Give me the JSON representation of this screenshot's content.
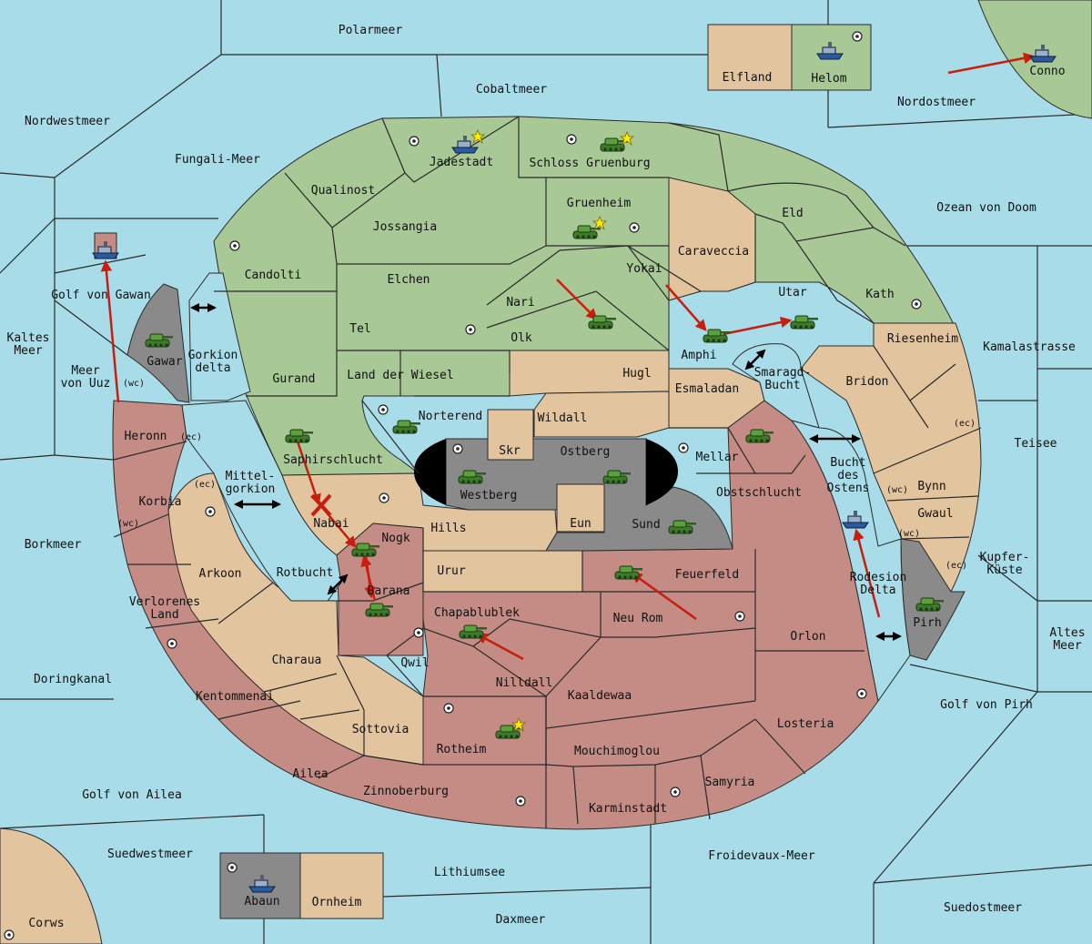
{
  "colors": {
    "sea": "#a8dce8",
    "green": "#a8c896",
    "tan": "#e2c49e",
    "red": "#c48c84",
    "gray": "#8a8a8a",
    "black": "#000000",
    "order_arrow": "#c81e10",
    "star": "#ffee00"
  },
  "sea_labels": {
    "polarmeer": "Polarmeer",
    "cobaltmeer": "Cobaltmeer",
    "nordostmeer": "Nordostmeer",
    "nordwestmeer": "Nordwestmeer",
    "fungali_meer": "Fungali-Meer",
    "ozean_von_doom": "Ozean von Doom",
    "golf_von_gawan": "Golf von Gawan",
    "kaltes_meer_1": "Kaltes",
    "kaltes_meer_2": "Meer",
    "meer_von_uuz_1": "Meer",
    "meer_von_uuz_2": "von Uuz",
    "gorkion_delta_1": "Gorkion",
    "gorkion_delta_2": "delta",
    "kamalastrasse": "Kamalastrasse",
    "smaragd_bucht_1": "Smaragd-",
    "smaragd_bucht_2": "Bucht",
    "teisee": "Teisee",
    "mittelgorkion_1": "Mittel-",
    "mittelgorkion_2": "gorkion",
    "bucht_des_ostens_1": "Bucht",
    "bucht_des_ostens_2": "des",
    "bucht_des_ostens_3": "Ostens",
    "borkmeer": "Borkmeer",
    "kupfer_kueste_1": "Kupfer-",
    "kupfer_kueste_2": "Küste",
    "rotbucht": "Rotbucht",
    "rodesion_delta_1": "Rodesion",
    "rodesion_delta_2": "Delta",
    "altes_meer_1": "Altes",
    "altes_meer_2": "Meer",
    "doringkanal": "Doringkanal",
    "golf_von_pirh": "Golf von Pirh",
    "golf_von_ailea": "Golf von Ailea",
    "suedwestmeer": "Suedwestmeer",
    "froidevaux_meer": "Froidevaux-Meer",
    "lithiumsee": "Lithiumsee",
    "suedostmeer": "Suedostmeer",
    "daxmeer": "Daxmeer"
  },
  "land_labels": {
    "elfland": "Elfland",
    "helom": "Helom",
    "conno": "Conno",
    "jadestadt": "Jadestadt",
    "schloss_gruenburg": "Schloss Gruenburg",
    "qualinost": "Qualinost",
    "gruenheim": "Gruenheim",
    "eld": "Eld",
    "jossangia": "Jossangia",
    "caraveccia": "Caraveccia",
    "candolti": "Candolti",
    "elchen": "Elchen",
    "yokai": "Yokai",
    "utar": "Utar",
    "kath": "Kath",
    "nari": "Nari",
    "tel": "Tel",
    "olk": "Olk",
    "riesenheim": "Riesenheim",
    "amphi": "Amphi",
    "gawar": "Gawar",
    "gurand": "Gurand",
    "land_der_wiesel": "Land der Wiesel",
    "hugl": "Hugl",
    "bridon": "Bridon",
    "esmaladan": "Esmaladan",
    "heronn": "Heronn",
    "norterend": "Norterend",
    "wildall": "Wildall",
    "skr": "Skr",
    "ostberg": "Ostberg",
    "mellar": "Mellar",
    "saphirschlucht": "Saphirschlucht",
    "bynn": "Bynn",
    "westberg": "Westberg",
    "obstschlucht": "Obstschlucht",
    "korbia": "Korbia",
    "gwaul": "Gwaul",
    "nabai": "Nabai",
    "hills": "Hills",
    "eun": "Eun",
    "sund": "Sund",
    "nogk": "Nogk",
    "arkoon": "Arkoon",
    "urur": "Urur",
    "feuerfeld": "Feuerfeld",
    "barana": "Barana",
    "verlorenes_land_1": "Verlorenes",
    "verlorenes_land_2": "Land",
    "chapablublek": "Chapablublek",
    "neu_rom": "Neu Rom",
    "orlon": "Orlon",
    "pirh": "Pirh",
    "charaua": "Charaua",
    "qwil": "Qwil",
    "nilldall": "Nilldall",
    "kaaldewaa": "Kaaldewaa",
    "kentommenai": "Kentommenai",
    "losteria": "Losteria",
    "sottovia": "Sottovia",
    "rotheim": "Rotheim",
    "mouchimoglou": "Mouchimoglou",
    "ailea": "Ailea",
    "samyria": "Samyria",
    "zinnoberburg": "Zinnoberburg",
    "karminstadt": "Karminstadt",
    "abaun": "Abaun",
    "ornheim": "Ornheim",
    "corws": "Corws"
  },
  "coast_tags": {
    "gawan_wc": "(wc)",
    "heronn_ec": "(ec)",
    "korbia_ec": "(ec)",
    "korbia_wc": "(wc)",
    "bridon_ec": "(ec)",
    "bynn_wc": "(wc)",
    "gwaul_wc": "(wc)",
    "gwaul_ec": "(ec)"
  },
  "unit_icons": {
    "army": "tank-icon",
    "fleet": "ship-icon",
    "supply_center": "supply-center-icon",
    "home_star": "star-icon",
    "move": "red-arrow-icon",
    "failed": "red-x-icon",
    "swap": "double-arrow-icon"
  }
}
